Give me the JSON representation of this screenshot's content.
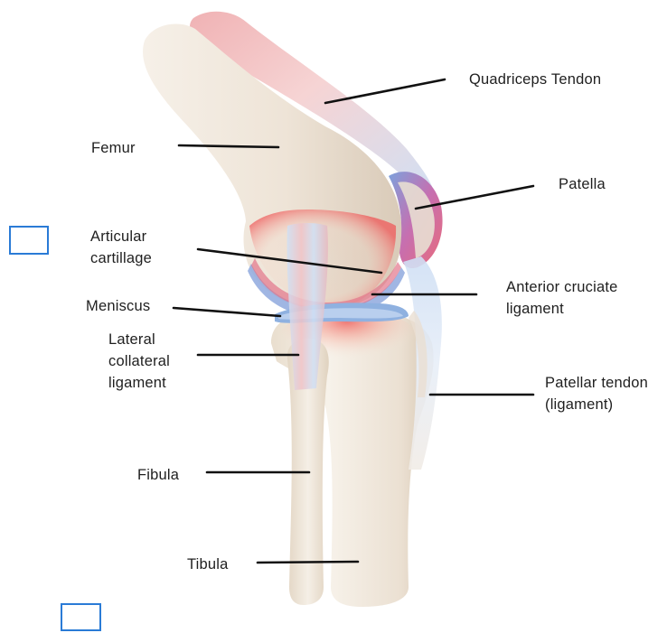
{
  "labels": {
    "quadriceps_tendon": "Quadriceps Tendon",
    "femur": "Femur",
    "patella": "Patella",
    "articular_cartilage": [
      "Articular",
      "cartillage"
    ],
    "anterior_cruciate_ligament": [
      "Anterior cruciate",
      "ligament"
    ],
    "meniscus": "Meniscus",
    "lateral_collateral_ligament": [
      "Lateral",
      "collateral",
      "ligament"
    ],
    "patellar_tendon": [
      "Patellar tendon",
      "(ligament)"
    ],
    "fibula": "Fibula",
    "tibula": "Tibula"
  },
  "colors": {
    "bone": "#efe6db",
    "bone_shadow": "#d9c9b6",
    "cartilage": "#e56f7a",
    "meniscus_blue": "#8fb1e0",
    "tendon_pink": "#f2b3b8",
    "tendon_blue": "#cfe0f5",
    "leader_line": "#111111",
    "answer_box": "#2a7bd6"
  }
}
